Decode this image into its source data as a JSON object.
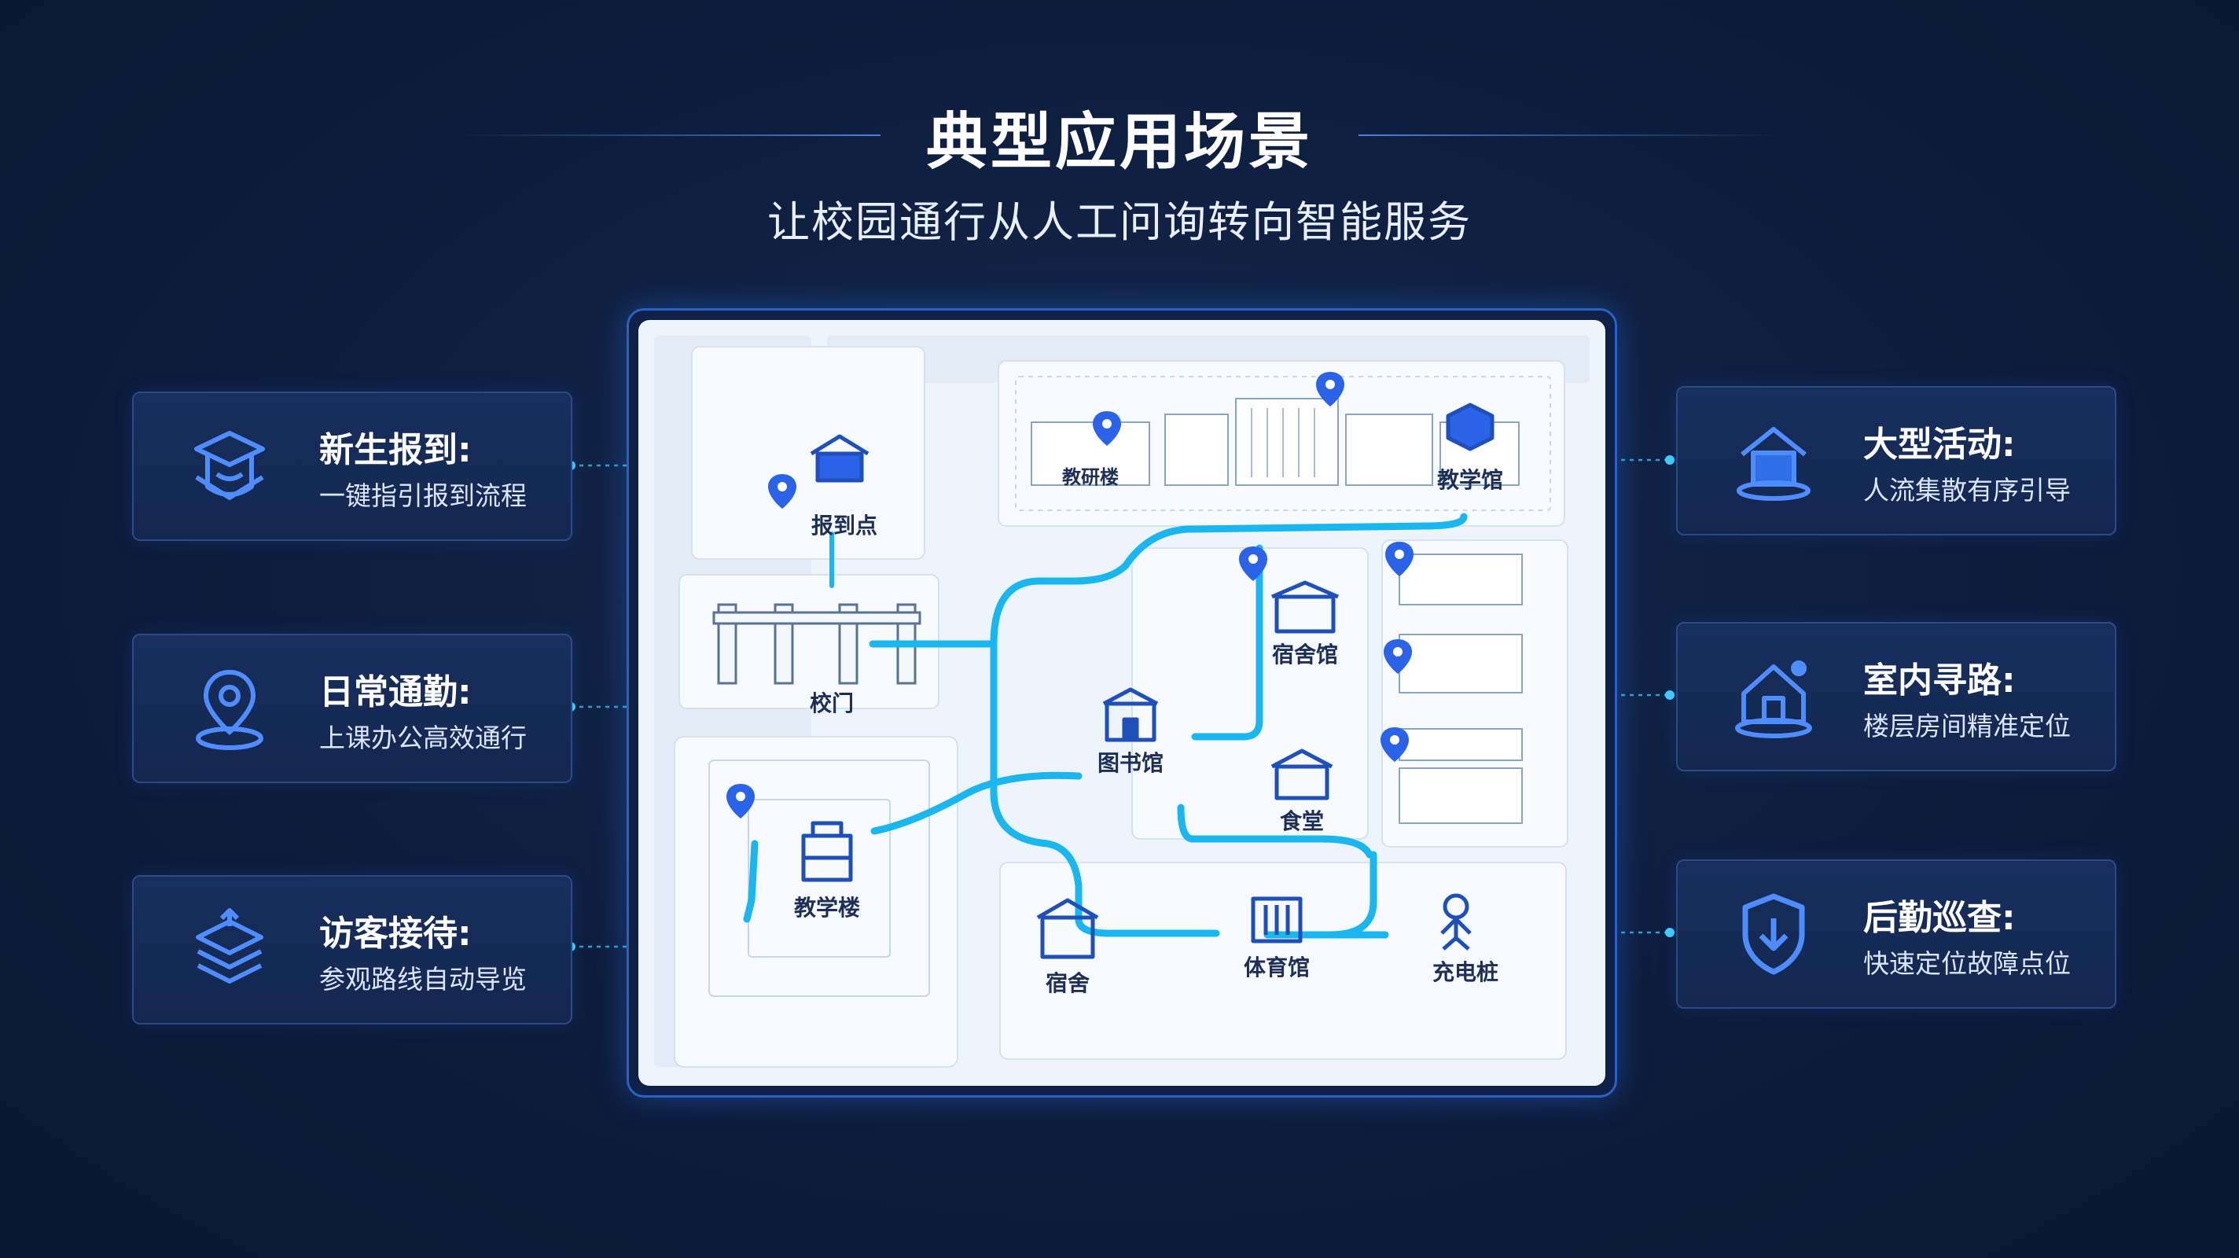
{
  "header": {
    "title": "典型应用场景",
    "subtitle": "让校园通行从人工问询转向智能服务"
  },
  "scenarios_left": [
    {
      "title": "新生报到:",
      "desc": "一键指引报到流程",
      "icon": "graduation-cap-icon"
    },
    {
      "title": "日常通勤:",
      "desc": "上课办公高效通行",
      "icon": "location-pin-icon"
    },
    {
      "title": "访客接待:",
      "desc": "参观路线自动导览",
      "icon": "layered-stack-icon"
    }
  ],
  "scenarios_right": [
    {
      "title": "大型活动:",
      "desc": "人流集散有序引导",
      "icon": "venue-house-icon"
    },
    {
      "title": "室内寻路:",
      "desc": "楼层房间精准定位",
      "icon": "indoor-location-house-icon"
    },
    {
      "title": "后勤巡查:",
      "desc": "快速定位故障点位",
      "icon": "shield-check-icon"
    }
  ],
  "map": {
    "labels": {
      "report_point": "报到点",
      "gate": "校门",
      "teaching_building": "教学楼",
      "teaching_hall": "教学馆",
      "office": "教研楼",
      "dormitory_hall": "宿舍馆",
      "library": "图书馆",
      "canteen": "食堂",
      "dormitory": "宿舍",
      "gymnasium": "体育馆",
      "charging_station": "充电桩"
    }
  },
  "colors": {
    "background": "#0d1d3d",
    "card": "#152b56",
    "accent": "#2f7bff",
    "route": "#19b6f0",
    "connector": "#2fb8e8"
  }
}
